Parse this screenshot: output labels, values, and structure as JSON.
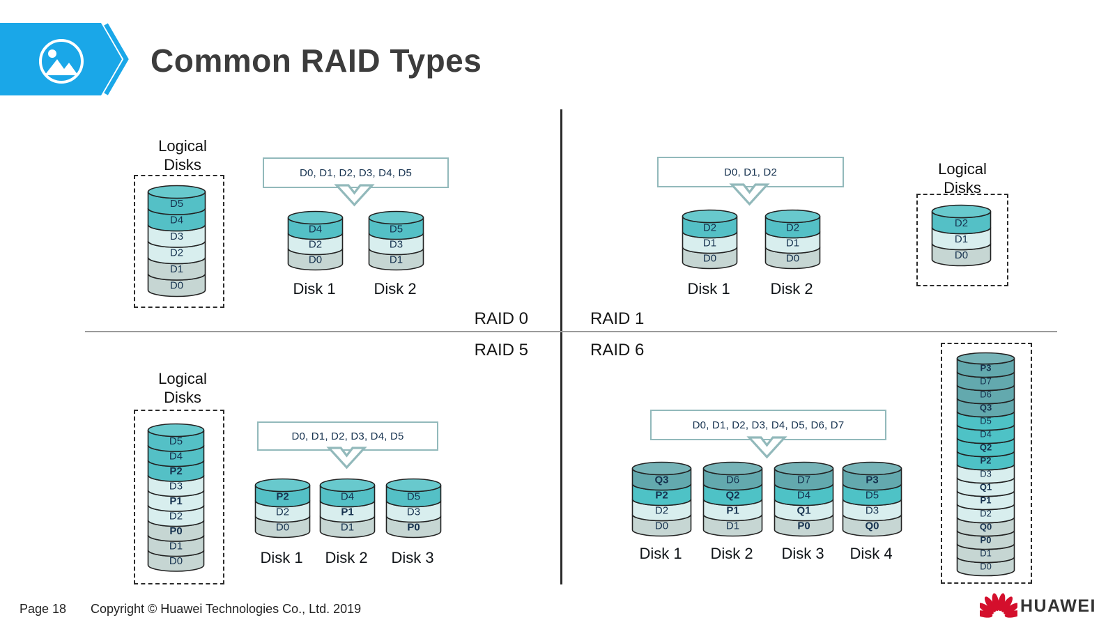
{
  "header": {
    "title": "Common RAID Types",
    "badge_icon": "picture-icon"
  },
  "colors": {
    "badge_blue": "#1AA7E8",
    "box_border": "#92B9BB",
    "brand_red": "#D40F2C",
    "block_text": "#16324F",
    "divider_dark": "#2B2B2B",
    "divider_gray": "#9B9B9B"
  },
  "palettes": {
    "three": {
      "tones": [
        "#54C0C6",
        "#D8EEEE",
        "#C6D6D3"
      ],
      "cap": "#68C9CD"
    },
    "four": {
      "tones": [
        "#63A9AE",
        "#4EC2C6",
        "#D8EEEE",
        "#C6D6D3"
      ],
      "cap": "#76B3B7"
    }
  },
  "raid0": {
    "label": "RAID 0",
    "logical_title1": "Logical",
    "logical_title2": "Disks",
    "logical_blocks": [
      "D5",
      "D4",
      "D3",
      "D2",
      "D1",
      "D0"
    ],
    "stream": "D0, D1, D2, D3, D4, D5",
    "disks": [
      {
        "name": "Disk 1",
        "blocks": [
          "D4",
          "D2",
          "D0"
        ]
      },
      {
        "name": "Disk 2",
        "blocks": [
          "D5",
          "D3",
          "D1"
        ]
      }
    ]
  },
  "raid1": {
    "label": "RAID 1",
    "logical_title1": "Logical",
    "logical_title2": "Disks",
    "logical_blocks": [
      "D2",
      "D1",
      "D0"
    ],
    "stream": "D0, D1, D2",
    "disks": [
      {
        "name": "Disk 1",
        "blocks": [
          "D2",
          "D1",
          "D0"
        ]
      },
      {
        "name": "Disk 2",
        "blocks": [
          "D2",
          "D1",
          "D0"
        ]
      }
    ]
  },
  "raid5": {
    "label": "RAID 5",
    "logical_title1": "Logical",
    "logical_title2": "Disks",
    "logical_blocks": [
      "D5",
      "D4",
      "P2",
      "D3",
      "P1",
      "D2",
      "P0",
      "D1",
      "D0"
    ],
    "stream": "D0, D1, D2, D3, D4, D5",
    "disks": [
      {
        "name": "Disk 1",
        "blocks": [
          "P2",
          "D2",
          "D0"
        ]
      },
      {
        "name": "Disk 2",
        "blocks": [
          "D4",
          "P1",
          "D1"
        ]
      },
      {
        "name": "Disk 3",
        "blocks": [
          "D5",
          "D3",
          "P0"
        ]
      }
    ]
  },
  "raid6": {
    "label": "RAID 6",
    "logical_blocks": [
      "P3",
      "D7",
      "D6",
      "Q3",
      "D5",
      "D4",
      "Q2",
      "P2",
      "D3",
      "Q1",
      "P1",
      "D2",
      "Q0",
      "P0",
      "D1",
      "D0"
    ],
    "stream": "D0, D1, D2, D3, D4, D5, D6, D7",
    "disks": [
      {
        "name": "Disk 1",
        "blocks": [
          "Q3",
          "P2",
          "D2",
          "D0"
        ]
      },
      {
        "name": "Disk 2",
        "blocks": [
          "D6",
          "Q2",
          "P1",
          "D1"
        ]
      },
      {
        "name": "Disk 3",
        "blocks": [
          "D7",
          "D4",
          "Q1",
          "P0"
        ]
      },
      {
        "name": "Disk 4",
        "blocks": [
          "P3",
          "D5",
          "D3",
          "Q0"
        ]
      }
    ]
  },
  "footer": {
    "page": "Page 18",
    "copyright": "Copyright © Huawei Technologies Co., Ltd. 2019",
    "brand": "HUAWEI"
  }
}
